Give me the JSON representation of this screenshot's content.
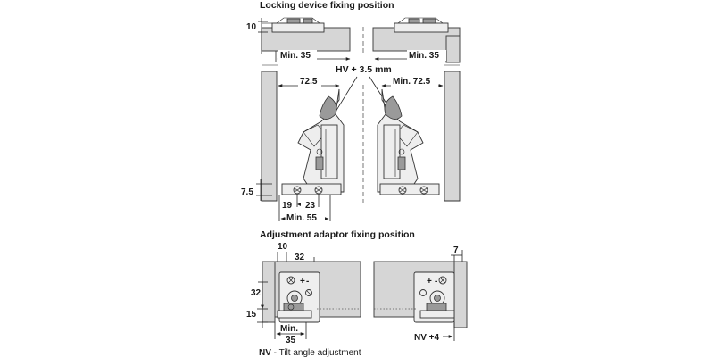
{
  "top_section": {
    "title": "Locking device fixing position",
    "dim_10": "10",
    "min35_left": "Min. 35",
    "min35_right": "Min. 35",
    "hv_label": "HV + 3.5 mm",
    "dim_72_5_left": "72.5",
    "min72_5_right": "Min. 72.5",
    "dim_7_5": "7.5",
    "dim_19": "19",
    "dim_23": "23",
    "min55": "Min. 55"
  },
  "bottom_section": {
    "title": "Adjustment adaptor fixing position",
    "dim_10": "10",
    "dim_32_top": "32",
    "dim_7": "7",
    "dim_32_side": "32",
    "dim_15": "15",
    "min35_line1": "Min.",
    "min35_line2": "35",
    "nv4": "NV +4"
  },
  "legend": {
    "nv_key": "NV",
    "nv_desc": " - Tilt angle adjustment"
  }
}
